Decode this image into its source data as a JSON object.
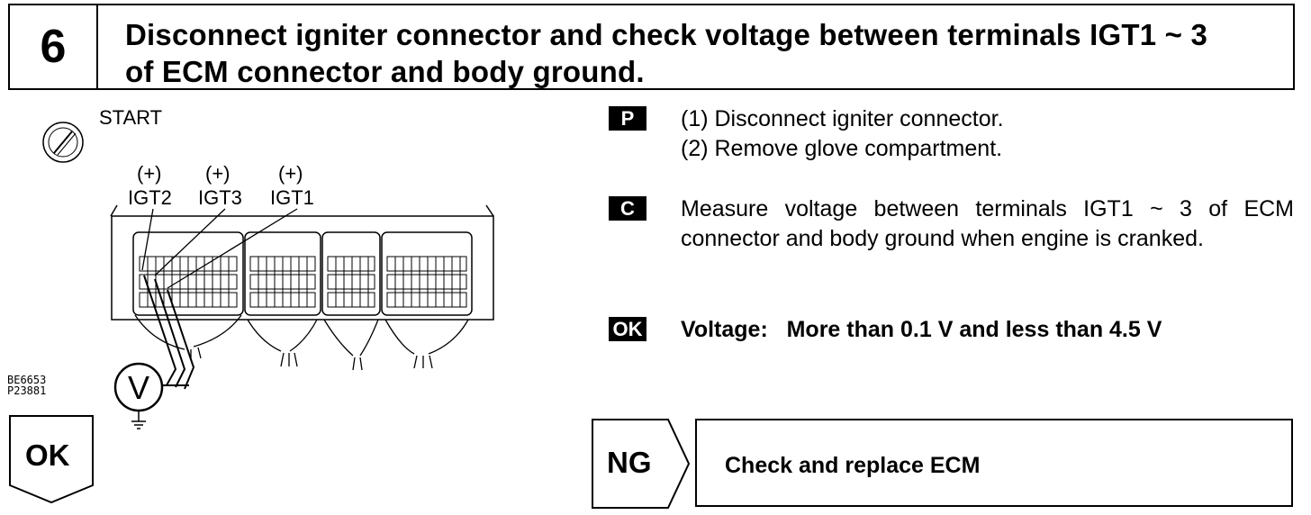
{
  "step": {
    "number": "6",
    "title_line1": "Disconnect igniter connector and check voltage between terminals IGT1 ~ 3",
    "title_line2": "of ECM connector and body ground."
  },
  "diagram": {
    "switch_label": "START",
    "terminals": [
      {
        "polarity": "(+)",
        "name": "IGT2"
      },
      {
        "polarity": "(+)",
        "name": "IGT3"
      },
      {
        "polarity": "(+)",
        "name": "IGT1"
      }
    ],
    "meter_symbol": "V",
    "figure_codes": [
      "BE6653",
      "P23881"
    ]
  },
  "preparation": {
    "tag": "P",
    "steps": [
      "(1) Disconnect igniter connector.",
      "(2) Remove glove compartment."
    ]
  },
  "check": {
    "tag": "C",
    "text": "Measure voltage between terminals IGT1 ~ 3 of ECM connector and body ground when engine is cranked."
  },
  "spec": {
    "tag": "OK",
    "label": "Voltage:",
    "value": "More than 0.1 V and less than 4.5 V"
  },
  "results": {
    "ok_label": "OK",
    "ng_label": "NG",
    "ng_action": "Check and replace ECM"
  }
}
